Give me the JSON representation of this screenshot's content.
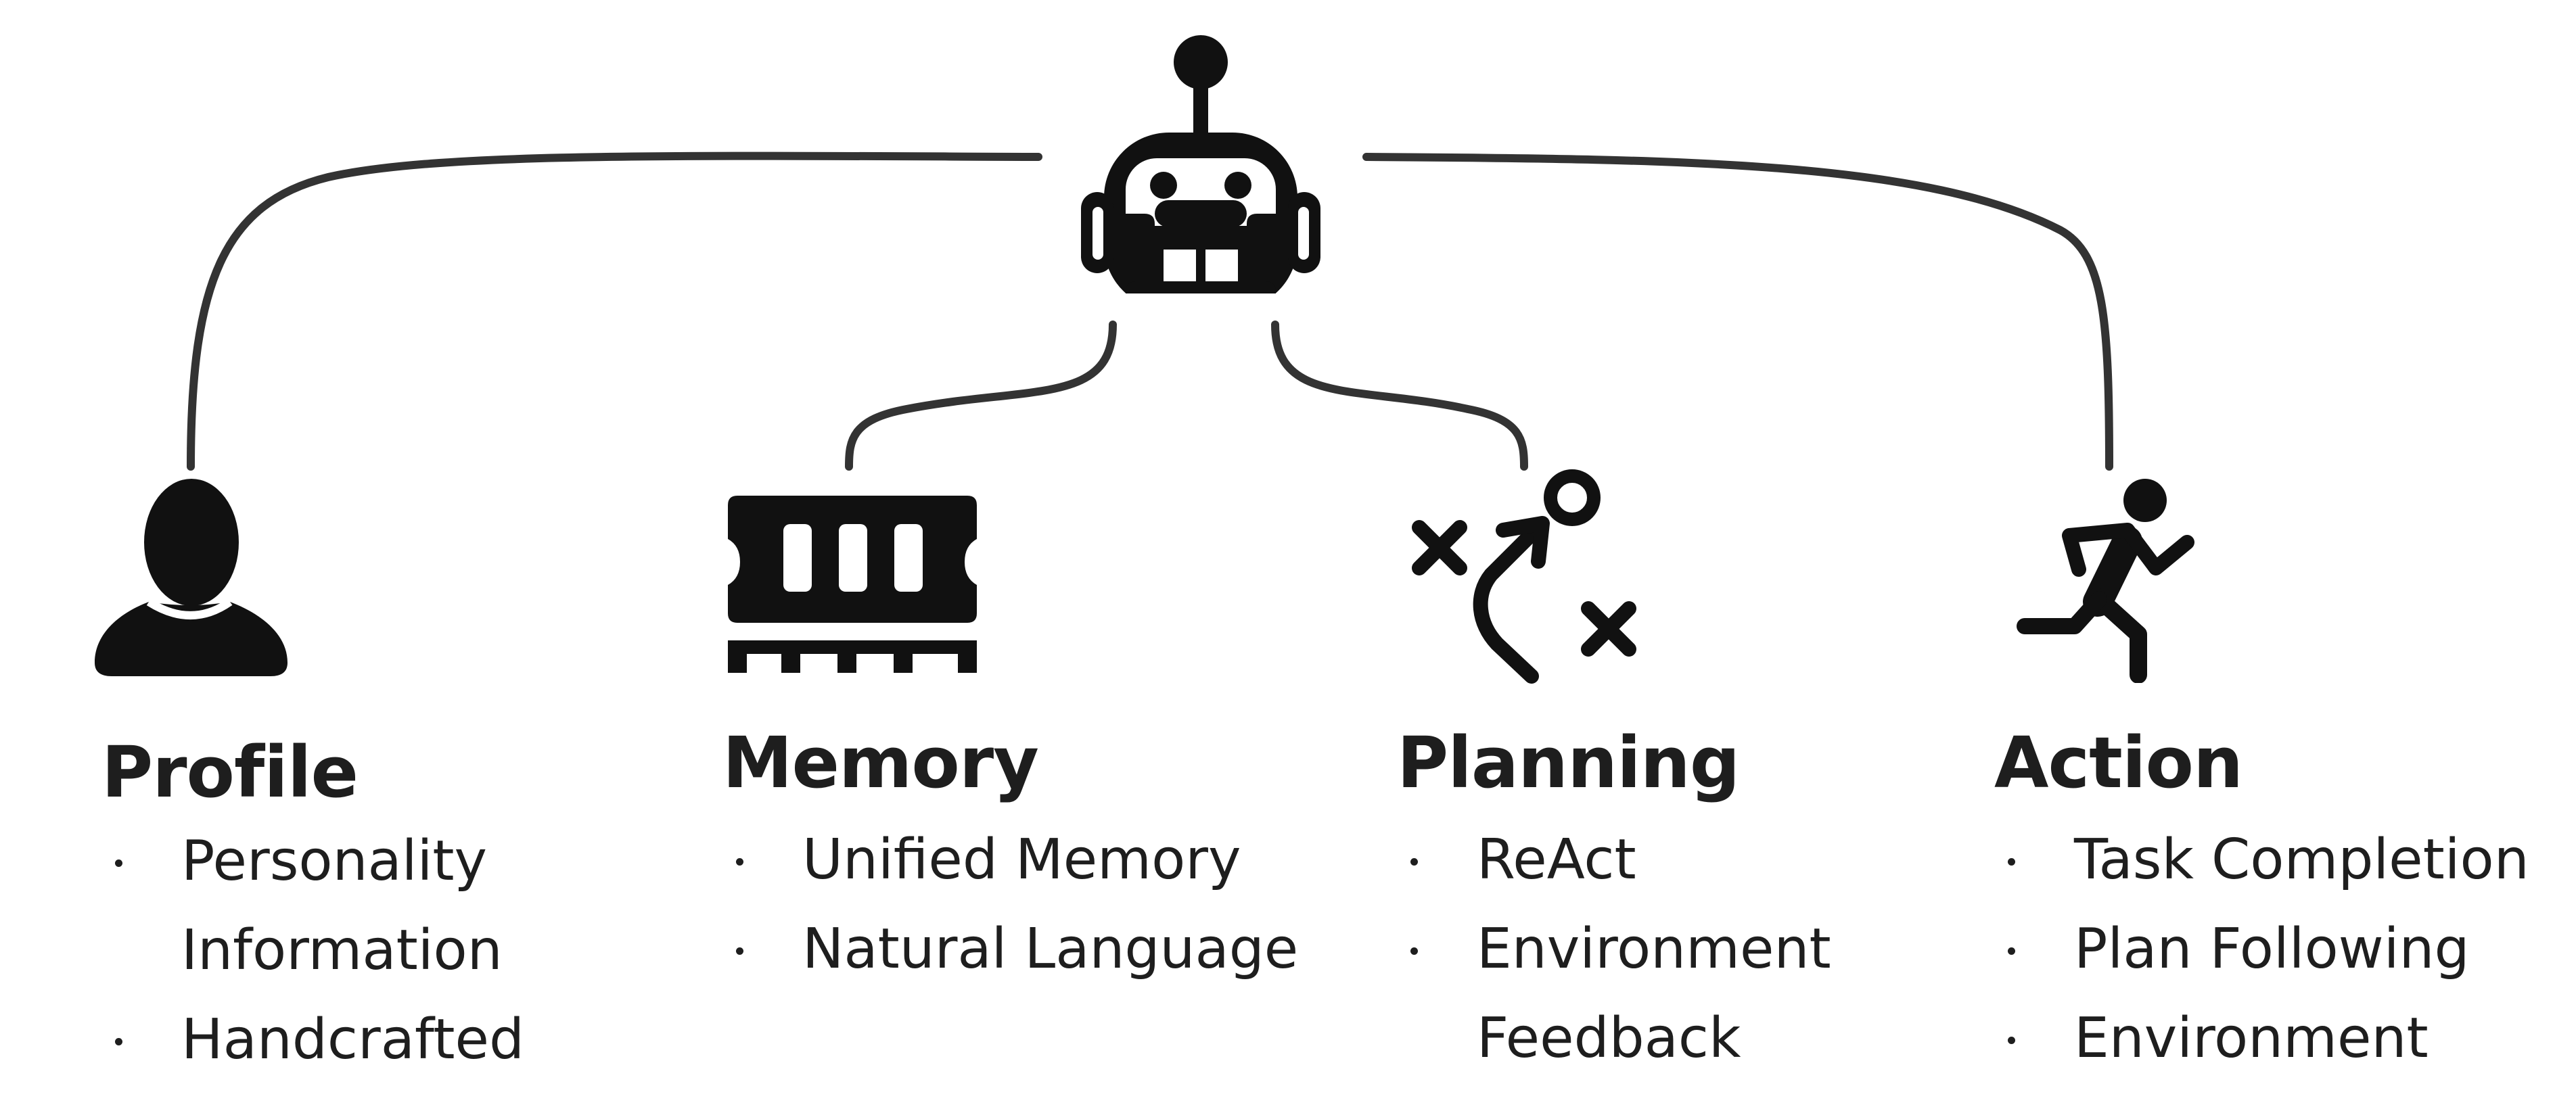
{
  "colors": {
    "ink": "#1e1e1e",
    "connector": "#333333",
    "background": "#ffffff"
  },
  "center": {
    "icon": "robot-icon"
  },
  "columns": [
    {
      "icon": "user-profile-icon",
      "title": "Profile",
      "items": [
        [
          "Personality",
          "Information"
        ],
        [
          "Handcrafted"
        ]
      ]
    },
    {
      "icon": "memory-module-icon",
      "title": "Memory",
      "items": [
        [
          "Unified Memory"
        ],
        [
          "Natural Language"
        ]
      ]
    },
    {
      "icon": "planning-strategy-icon",
      "title": "Planning",
      "items": [
        [
          "ReAct"
        ],
        [
          "Environment",
          "Feedback"
        ]
      ]
    },
    {
      "icon": "running-person-icon",
      "title": "Action",
      "items": [
        [
          "Task Completion"
        ],
        [
          "Plan Following"
        ],
        [
          "Environment"
        ]
      ]
    }
  ]
}
